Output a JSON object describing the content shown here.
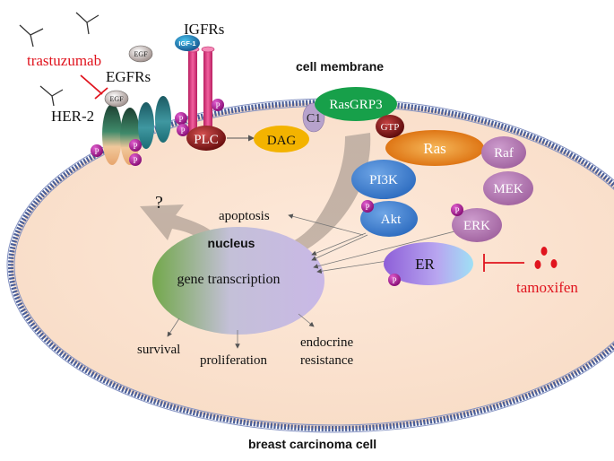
{
  "labels": {
    "cell_membrane": "cell membrane",
    "breast_cell": "breast carcinoma cell",
    "trastuzumab": "trastuzumab",
    "tamoxifen": "tamoxifen",
    "egfrs": "EGFRs",
    "igfrs": "IGFRs",
    "her2": "HER-2",
    "egf_top": "EGF",
    "egf_left": "EGF",
    "igf1": "IGF-1",
    "plc": "PLC",
    "dag": "DAG",
    "c1": "C1",
    "rasgrp3": "RasGRP3",
    "gtp": "GTP",
    "ras": "Ras",
    "raf": "Raf",
    "mek": "MEK",
    "erk": "ERK",
    "pi3k": "PI3K",
    "akt": "Akt",
    "er": "ER",
    "nucleus": "nucleus",
    "gene_transcription": "gene transcription",
    "apoptosis": "apoptosis",
    "survival": "survival",
    "proliferation": "proliferation",
    "endocrine_line1": "endocrine",
    "endocrine_line2": "resistance",
    "question": "?",
    "phospho": "P"
  },
  "colors": {
    "inhibitor": "#e0141e",
    "cytoplasm": "#fbe3d0",
    "membrane": "#5a6fa8",
    "rasgrp3": "#17a04a",
    "ras": "#e9861f",
    "dag": "#f2b400",
    "plc": "#8b1a1a",
    "pi3k": "#3f7fcf",
    "kinase_purple": "#b57ab6",
    "phospho": "#b0229a",
    "receptor_pink": "#e23c84",
    "egfr_teal": "#1f6e78"
  }
}
